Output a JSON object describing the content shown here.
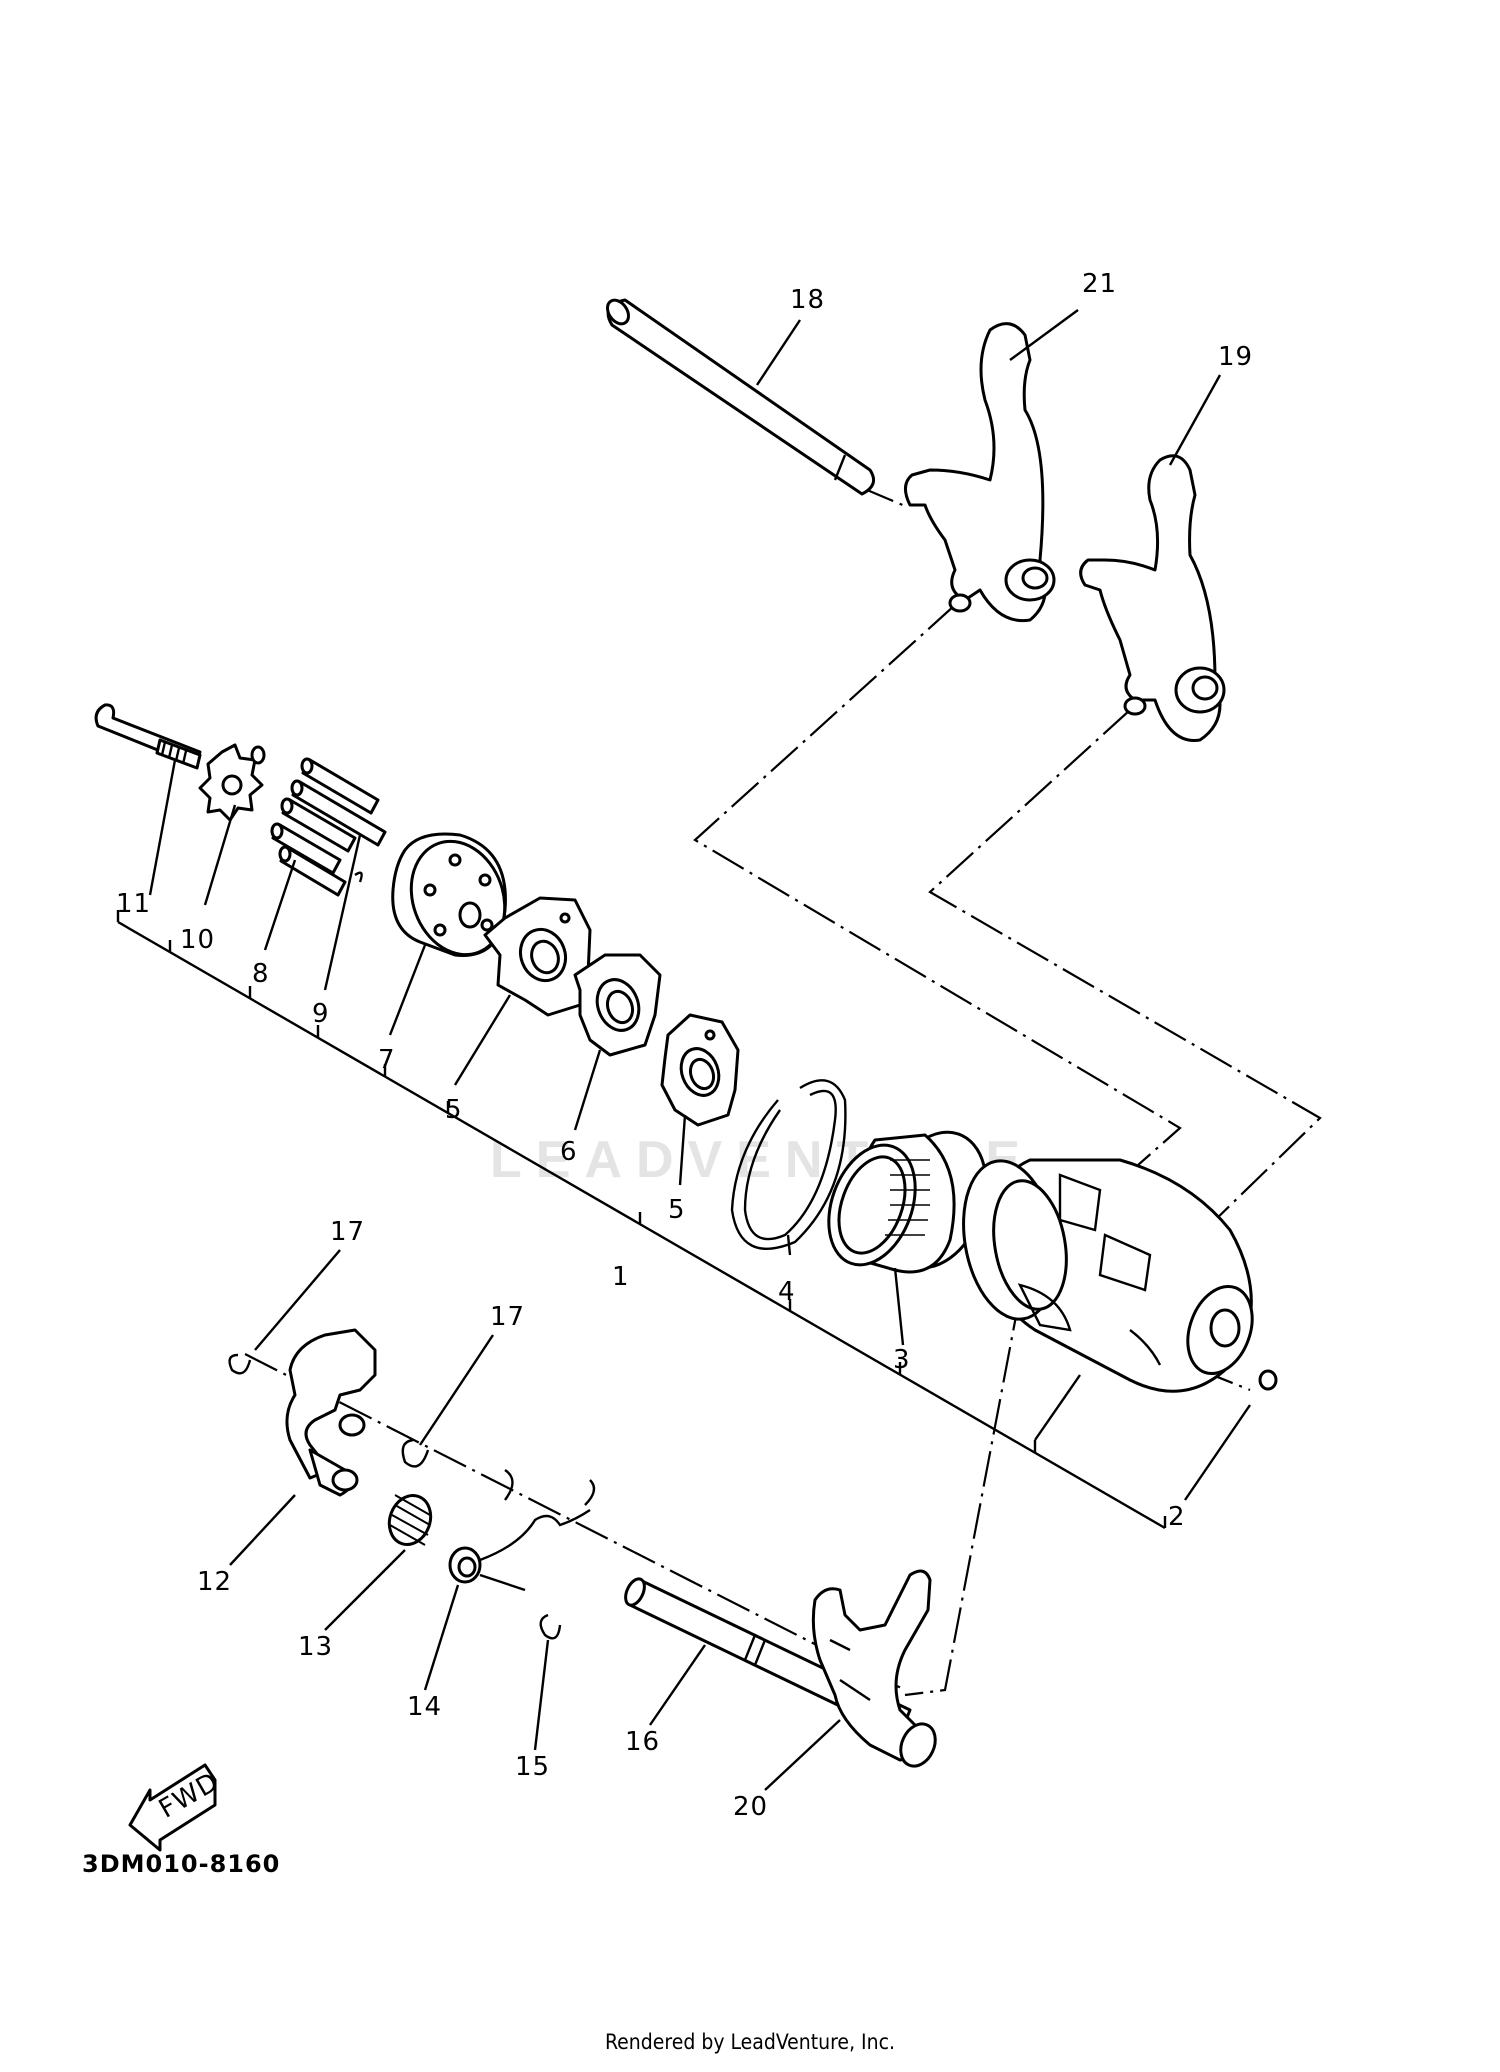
{
  "diagram": {
    "callouts": [
      {
        "id": "c18",
        "text": "18"
      },
      {
        "id": "c21",
        "text": "21"
      },
      {
        "id": "c19",
        "text": "19"
      },
      {
        "id": "c11",
        "text": "11"
      },
      {
        "id": "c10",
        "text": "10"
      },
      {
        "id": "c8",
        "text": "8"
      },
      {
        "id": "c9",
        "text": "9"
      },
      {
        "id": "c7",
        "text": "7"
      },
      {
        "id": "c5a",
        "text": "5"
      },
      {
        "id": "c6",
        "text": "6"
      },
      {
        "id": "c5b",
        "text": "5"
      },
      {
        "id": "c1",
        "text": "1"
      },
      {
        "id": "c4",
        "text": "4"
      },
      {
        "id": "c3",
        "text": "3"
      },
      {
        "id": "c2",
        "text": "2"
      },
      {
        "id": "c17a",
        "text": "17"
      },
      {
        "id": "c17b",
        "text": "17"
      },
      {
        "id": "c12",
        "text": "12"
      },
      {
        "id": "c13",
        "text": "13"
      },
      {
        "id": "c14",
        "text": "14"
      },
      {
        "id": "c15",
        "text": "15"
      },
      {
        "id": "c16",
        "text": "16"
      },
      {
        "id": "c20",
        "text": "20"
      }
    ],
    "fwd_label": "FWD",
    "code": "3DM010-8160",
    "footer": "Rendered by LeadVenture, Inc.",
    "watermark": "LEADVENTURE"
  }
}
